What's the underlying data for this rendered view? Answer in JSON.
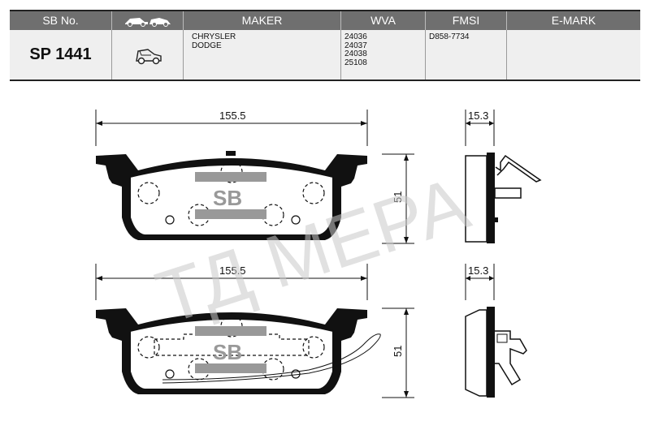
{
  "table": {
    "headers": {
      "sb_no": "SB No.",
      "maker": "MAKER",
      "wva": "WVA",
      "fmsi": "FMSI",
      "emark": "E-MARK"
    },
    "sb_no": "SP 1441",
    "makers": [
      "CHRYSLER",
      "DODGE"
    ],
    "wva": [
      "24036",
      "24037",
      "24038",
      "25108"
    ],
    "fmsi": "D858-7734",
    "emark": ""
  },
  "drawing": {
    "top_pad": {
      "width_label": "155.5",
      "height_label": "51",
      "thickness_label": "15.3"
    },
    "bottom_pad": {
      "width_label": "155.5",
      "height_label": "51",
      "thickness_label": "15.3"
    },
    "logo_text": "SB",
    "watermark": "ТД МЕРА"
  },
  "colors": {
    "header_bg": "#6f6f6f",
    "row_bg": "#efefef",
    "pad_fill": "#ffffff",
    "backplate": "#111111",
    "logo_gray": "#999999"
  },
  "icons": {
    "vehicle_header": "car-icon",
    "vehicle_row": "car-icon"
  }
}
